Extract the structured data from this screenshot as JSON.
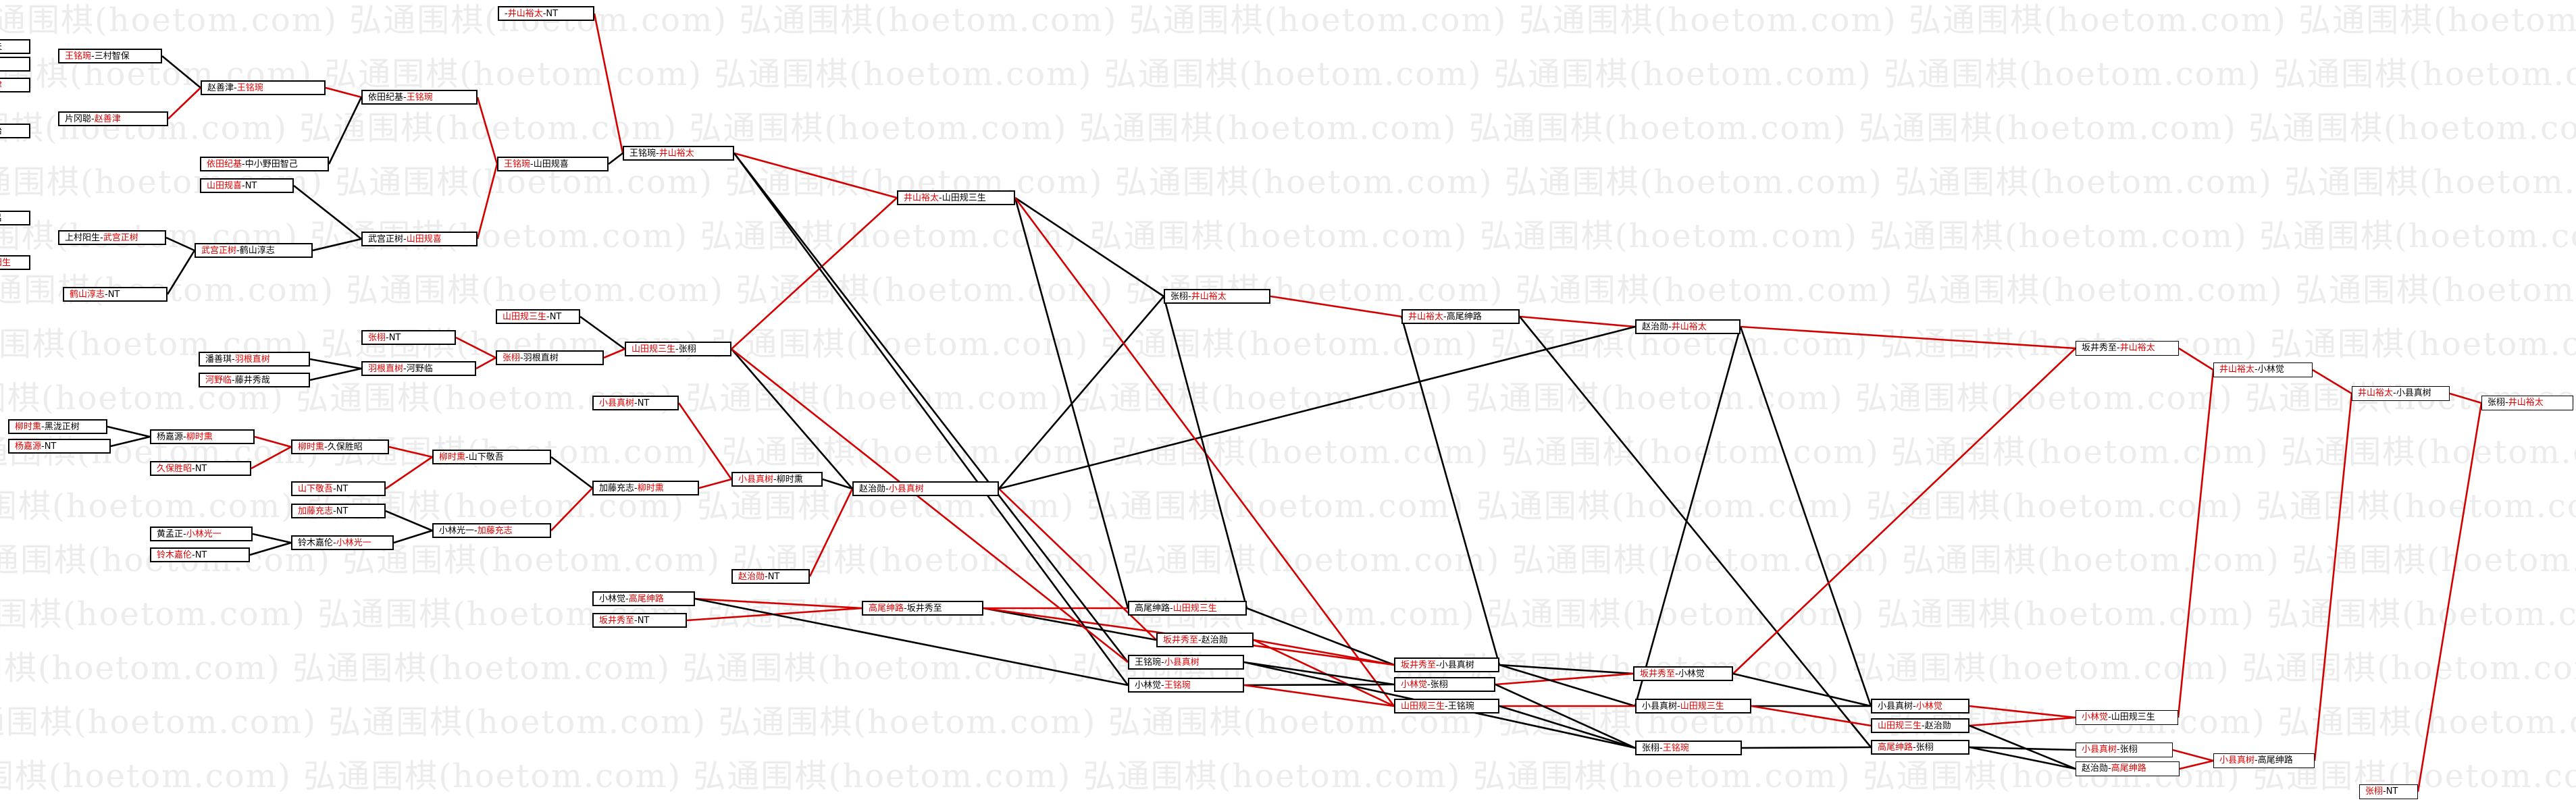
{
  "watermark": "弘通围棋(hoetom.com)",
  "colors": {
    "winner": "#e00000",
    "normal": "#000000",
    "link_red": "#d40000",
    "link_black": "#000000"
  },
  "nodes": [
    {
      "id": "n1",
      "a": "",
      "b": "井山裕太",
      "s": "-NT",
      "w": "b"
    },
    {
      "id": "n2",
      "a": "夫",
      "b": "",
      "s": "",
      "w": ""
    },
    {
      "id": "n3",
      "a": "",
      "b": "",
      "s": "",
      "w": ""
    },
    {
      "id": "n4",
      "a": "津",
      "b": "",
      "s": "",
      "w": "a"
    },
    {
      "id": "n5",
      "a": "治",
      "b": "",
      "s": "",
      "w": ""
    },
    {
      "id": "n6",
      "a": "王铭琬",
      "b": "三村智保",
      "s": "",
      "w": "a"
    },
    {
      "id": "n7",
      "a": "赵善津",
      "b": "王铭琬",
      "s": "",
      "w": "b"
    },
    {
      "id": "n8",
      "a": "片冈聪",
      "b": "赵善津",
      "s": "",
      "w": "b"
    },
    {
      "id": "n9",
      "a": "依田纪基",
      "b": "王铭琬",
      "s": "",
      "w": "b"
    },
    {
      "id": "n10",
      "a": "王铭琬",
      "b": "山田规喜",
      "s": "",
      "w": "a"
    },
    {
      "id": "n11",
      "a": "王铭琬",
      "b": "井山裕太",
      "s": "",
      "w": "b"
    },
    {
      "id": "n12",
      "a": "依田纪基",
      "b": "中小野田智己",
      "s": "",
      "w": "a"
    },
    {
      "id": "n13",
      "a": "山田规喜",
      "b": "",
      "s": "-NT",
      "w": "a"
    },
    {
      "id": "n14",
      "a": "吕",
      "b": "",
      "s": "",
      "w": ""
    },
    {
      "id": "n15",
      "a": "上村阳生",
      "b": "武宫正树",
      "s": "",
      "w": "b"
    },
    {
      "id": "n16",
      "a": "武宫正树",
      "b": "鹤山淳志",
      "s": "",
      "w": "a"
    },
    {
      "id": "n17",
      "a": "阳生",
      "b": "",
      "s": "",
      "w": "a"
    },
    {
      "id": "n18",
      "a": "武宫正树",
      "b": "山田规喜",
      "s": "",
      "w": "b"
    },
    {
      "id": "n19",
      "a": "鹤山淳志",
      "b": "",
      "s": "-NT",
      "w": "a"
    },
    {
      "id": "n20",
      "a": "井山裕太",
      "b": "山田规三生",
      "s": "",
      "w": "a"
    },
    {
      "id": "n21",
      "a": "山田规三生",
      "b": "",
      "s": "-NT",
      "w": "a"
    },
    {
      "id": "n22",
      "a": "山田规三生",
      "b": "张栩",
      "s": "",
      "w": "a"
    },
    {
      "id": "n23",
      "a": "张栩",
      "b": "",
      "s": "-NT",
      "w": "a"
    },
    {
      "id": "n24",
      "a": "潘善琪",
      "b": "羽根直树",
      "s": "",
      "w": "b"
    },
    {
      "id": "n25",
      "a": "张栩",
      "b": "羽根直树",
      "s": "",
      "w": "a"
    },
    {
      "id": "n26",
      "a": "羽根直树",
      "b": "河野临",
      "s": "",
      "w": "a"
    },
    {
      "id": "n27",
      "a": "河野临",
      "b": "藤井秀哉",
      "s": "",
      "w": "a"
    },
    {
      "id": "n28",
      "a": "张栩",
      "b": "井山裕太",
      "s": "",
      "w": "b"
    },
    {
      "id": "n29",
      "a": "井山裕太",
      "b": "高尾绅路",
      "s": "",
      "w": "a"
    },
    {
      "id": "n30",
      "a": "赵治勋",
      "b": "井山裕太",
      "s": "",
      "w": "b"
    },
    {
      "id": "n31",
      "a": "坂井秀至",
      "b": "井山裕太",
      "s": "",
      "w": "b",
      "thin": true
    },
    {
      "id": "n32",
      "a": "井山裕太",
      "b": "小林觉",
      "s": "",
      "w": "a",
      "thin": true
    },
    {
      "id": "n33",
      "a": "井山裕太",
      "b": "小县真树",
      "s": "",
      "w": "a",
      "thin": true
    },
    {
      "id": "n34",
      "a": "张栩",
      "b": "井山裕太",
      "s": "",
      "w": "b",
      "thin": true
    },
    {
      "id": "n35",
      "a": "柳时熏",
      "b": "黑泷正树",
      "s": "",
      "w": "a"
    },
    {
      "id": "n36",
      "a": "杨嘉源",
      "b": "",
      "s": "-NT",
      "w": "a"
    },
    {
      "id": "n37",
      "a": "杨嘉源",
      "b": "柳时熏",
      "s": "",
      "w": "b"
    },
    {
      "id": "n38",
      "a": "久保胜昭",
      "b": "",
      "s": "-NT",
      "w": "a"
    },
    {
      "id": "n39",
      "a": "柳时熏",
      "b": "久保胜昭",
      "s": "",
      "w": "a"
    },
    {
      "id": "n40",
      "a": "柳时熏",
      "b": "山下敬吾",
      "s": "",
      "w": "a"
    },
    {
      "id": "n41",
      "a": "山下敬吾",
      "b": "",
      "s": "-NT",
      "w": "a"
    },
    {
      "id": "n42",
      "a": "加藤充志",
      "b": "",
      "s": "-NT",
      "w": "a"
    },
    {
      "id": "n43",
      "a": "加藤充志",
      "b": "柳时熏",
      "s": "",
      "w": "b"
    },
    {
      "id": "n44",
      "a": "黄孟正",
      "b": "小林光一",
      "s": "",
      "w": "b"
    },
    {
      "id": "n45",
      "a": "铃木嘉伦",
      "b": "",
      "s": "-NT",
      "w": "a"
    },
    {
      "id": "n46",
      "a": "铃木嘉伦",
      "b": "小林光一",
      "s": "",
      "w": "b"
    },
    {
      "id": "n47",
      "a": "小林光一",
      "b": "加藤充志",
      "s": "",
      "w": "b"
    },
    {
      "id": "n48",
      "a": "小县真树",
      "b": "",
      "s": "-NT",
      "w": "a"
    },
    {
      "id": "n49",
      "a": "小县真树",
      "b": "柳时熏",
      "s": "",
      "w": "a"
    },
    {
      "id": "n50",
      "a": "赵治勋",
      "b": "",
      "s": "-NT",
      "w": "a"
    },
    {
      "id": "n51",
      "a": "赵治勋",
      "b": "小县真树",
      "s": "",
      "w": "b"
    },
    {
      "id": "n52",
      "a": "小林觉",
      "b": "高尾绅路",
      "s": "",
      "w": "b"
    },
    {
      "id": "n53",
      "a": "坂井秀至",
      "b": "",
      "s": "-NT",
      "w": "a"
    },
    {
      "id": "n54",
      "a": "高尾绅路",
      "b": "坂井秀至",
      "s": "",
      "w": "a"
    },
    {
      "id": "n55",
      "a": "高尾绅路",
      "b": "山田规三生",
      "s": "",
      "w": "b"
    },
    {
      "id": "n56",
      "a": "坂井秀至",
      "b": "赵治勋",
      "s": "",
      "w": "a"
    },
    {
      "id": "n57",
      "a": "王铭琬",
      "b": "小县真树",
      "s": "",
      "w": "b"
    },
    {
      "id": "n58",
      "a": "小林觉",
      "b": "王铭琬",
      "s": "",
      "w": "b"
    },
    {
      "id": "n59",
      "a": "坂井秀至",
      "b": "小县真树",
      "s": "",
      "w": "a"
    },
    {
      "id": "n60",
      "a": "小林觉",
      "b": "张栩",
      "s": "",
      "w": "a"
    },
    {
      "id": "n61",
      "a": "山田规三生",
      "b": "王铭琬",
      "s": "",
      "w": "a"
    },
    {
      "id": "n62",
      "a": "坂井秀至",
      "b": "小林觉",
      "s": "",
      "w": "a"
    },
    {
      "id": "n63",
      "a": "小县真树",
      "b": "山田规三生",
      "s": "",
      "w": "b"
    },
    {
      "id": "n64",
      "a": "张栩",
      "b": "王铭琬",
      "s": "",
      "w": "b"
    },
    {
      "id": "n65",
      "a": "小县真树",
      "b": "小林觉",
      "s": "",
      "w": "b"
    },
    {
      "id": "n66",
      "a": "山田规三生",
      "b": "赵治勋",
      "s": "",
      "w": "a"
    },
    {
      "id": "n67",
      "a": "高尾绅路",
      "b": "张栩",
      "s": "",
      "w": "a"
    },
    {
      "id": "n68",
      "a": "小林觉",
      "b": "山田规三生",
      "s": "",
      "w": "a",
      "thin": true
    },
    {
      "id": "n69",
      "a": "小县真树",
      "b": "张栩",
      "s": "",
      "w": "a",
      "thin": true
    },
    {
      "id": "n70",
      "a": "赵治勋",
      "b": "高尾绅路",
      "s": "",
      "w": "b",
      "thin": true
    },
    {
      "id": "n71",
      "a": "小县真树",
      "b": "高尾绅路",
      "s": "",
      "w": "a",
      "thin": true
    },
    {
      "id": "n72",
      "a": "张栩",
      "b": "",
      "s": "-NT",
      "w": "a",
      "thin": true
    }
  ],
  "links": [
    {
      "from": "n6",
      "to": "n7",
      "c": "black"
    },
    {
      "from": "n8",
      "to": "n7",
      "c": "red"
    },
    {
      "from": "n7",
      "to": "n9",
      "c": "red"
    },
    {
      "from": "n12",
      "to": "n9",
      "c": "black"
    },
    {
      "from": "n9",
      "to": "n10",
      "c": "red"
    },
    {
      "from": "n13",
      "to": "n18",
      "c": "black"
    },
    {
      "from": "n15",
      "to": "n16",
      "c": "black"
    },
    {
      "from": "n19",
      "to": "n16",
      "c": "black"
    },
    {
      "from": "n16",
      "to": "n18",
      "c": "black"
    },
    {
      "from": "n18",
      "to": "n10",
      "c": "red"
    },
    {
      "from": "n1",
      "to": "n11",
      "c": "red"
    },
    {
      "from": "n10",
      "to": "n11",
      "c": "black"
    },
    {
      "from": "n11",
      "to": "n20",
      "c": "red"
    },
    {
      "from": "n21",
      "to": "n22",
      "c": "black"
    },
    {
      "from": "n24",
      "to": "n26",
      "c": "black"
    },
    {
      "from": "n27",
      "to": "n26",
      "c": "black"
    },
    {
      "from": "n23",
      "to": "n25",
      "c": "red"
    },
    {
      "from": "n26",
      "to": "n25",
      "c": "red"
    },
    {
      "from": "n25",
      "to": "n22",
      "c": "red"
    },
    {
      "from": "n22",
      "to": "n20",
      "c": "red"
    },
    {
      "from": "n20",
      "to": "n28",
      "c": "black"
    },
    {
      "from": "n28",
      "to": "n29",
      "c": "red"
    },
    {
      "from": "n29",
      "to": "n30",
      "c": "red"
    },
    {
      "from": "n30",
      "to": "n31",
      "c": "red"
    },
    {
      "from": "n31",
      "to": "n32",
      "c": "red"
    },
    {
      "from": "n32",
      "to": "n33",
      "c": "red"
    },
    {
      "from": "n33",
      "to": "n34",
      "c": "red"
    },
    {
      "from": "n35",
      "to": "n37",
      "c": "black"
    },
    {
      "from": "n36",
      "to": "n37",
      "c": "black"
    },
    {
      "from": "n37",
      "to": "n39",
      "c": "red"
    },
    {
      "from": "n38",
      "to": "n39",
      "c": "red"
    },
    {
      "from": "n39",
      "to": "n40",
      "c": "red"
    },
    {
      "from": "n41",
      "to": "n40",
      "c": "red"
    },
    {
      "from": "n40",
      "to": "n43",
      "c": "black"
    },
    {
      "from": "n44",
      "to": "n46",
      "c": "black"
    },
    {
      "from": "n45",
      "to": "n46",
      "c": "black"
    },
    {
      "from": "n46",
      "to": "n47",
      "c": "black"
    },
    {
      "from": "n42",
      "to": "n47",
      "c": "black"
    },
    {
      "from": "n47",
      "to": "n43",
      "c": "red"
    },
    {
      "from": "n48",
      "to": "n49",
      "c": "red"
    },
    {
      "from": "n43",
      "to": "n49",
      "c": "red"
    },
    {
      "from": "n49",
      "to": "n51",
      "c": "black"
    },
    {
      "from": "n50",
      "to": "n51",
      "c": "red"
    },
    {
      "from": "n52",
      "to": "n54",
      "c": "red"
    },
    {
      "from": "n53",
      "to": "n54",
      "c": "red"
    },
    {
      "from": "n51",
      "to": "n28",
      "c": "black"
    },
    {
      "from": "n51",
      "to": "n56",
      "c": "red"
    },
    {
      "from": "n51",
      "to": "n30",
      "c": "black"
    },
    {
      "from": "n54",
      "to": "n55",
      "c": "red"
    },
    {
      "from": "n54",
      "to": "n56",
      "c": "black"
    },
    {
      "from": "n54",
      "to": "n59",
      "c": "red"
    },
    {
      "from": "n52",
      "to": "n58",
      "c": "black"
    },
    {
      "from": "n11",
      "to": "n57",
      "c": "black"
    },
    {
      "from": "n11",
      "to": "n58",
      "c": "black"
    },
    {
      "from": "n20",
      "to": "n55",
      "c": "black"
    },
    {
      "from": "n20",
      "to": "n61",
      "c": "red"
    },
    {
      "from": "n22",
      "to": "n51",
      "c": "black"
    },
    {
      "from": "n22",
      "to": "n57",
      "c": "red"
    },
    {
      "from": "n55",
      "to": "n28",
      "c": "black"
    },
    {
      "from": "n55",
      "to": "n59",
      "c": "black"
    },
    {
      "from": "n56",
      "to": "n59",
      "c": "red"
    },
    {
      "from": "n56",
      "to": "n61",
      "c": "red"
    },
    {
      "from": "n57",
      "to": "n60",
      "c": "black"
    },
    {
      "from": "n58",
      "to": "n60",
      "c": "black"
    },
    {
      "from": "n57",
      "to": "n64",
      "c": "black"
    },
    {
      "from": "n58",
      "to": "n61",
      "c": "red"
    },
    {
      "from": "n59",
      "to": "n62",
      "c": "black"
    },
    {
      "from": "n60",
      "to": "n62",
      "c": "red"
    },
    {
      "from": "n59",
      "to": "n63",
      "c": "black"
    },
    {
      "from": "n61",
      "to": "n63",
      "c": "red"
    },
    {
      "from": "n60",
      "to": "n64",
      "c": "black"
    },
    {
      "from": "n61",
      "to": "n64",
      "c": "black"
    },
    {
      "from": "n29",
      "to": "n67",
      "c": "black"
    },
    {
      "from": "n29",
      "to": "n59",
      "c": "black"
    },
    {
      "from": "n30",
      "to": "n65",
      "c": "black"
    },
    {
      "from": "n30",
      "to": "n63",
      "c": "black"
    },
    {
      "from": "n62",
      "to": "n31",
      "c": "red"
    },
    {
      "from": "n62",
      "to": "n65",
      "c": "black"
    },
    {
      "from": "n63",
      "to": "n65",
      "c": "black"
    },
    {
      "from": "n63",
      "to": "n66",
      "c": "red"
    },
    {
      "from": "n64",
      "to": "n67",
      "c": "black"
    },
    {
      "from": "n65",
      "to": "n68",
      "c": "red"
    },
    {
      "from": "n66",
      "to": "n68",
      "c": "red"
    },
    {
      "from": "n66",
      "to": "n70",
      "c": "black"
    },
    {
      "from": "n67",
      "to": "n69",
      "c": "black"
    },
    {
      "from": "n67",
      "to": "n70",
      "c": "black"
    },
    {
      "from": "n68",
      "to": "n32",
      "c": "red"
    },
    {
      "from": "n69",
      "to": "n71",
      "c": "red"
    },
    {
      "from": "n70",
      "to": "n71",
      "c": "red"
    },
    {
      "from": "n71",
      "to": "n33",
      "c": "red"
    },
    {
      "from": "n72",
      "to": "n34",
      "c": "red"
    }
  ]
}
